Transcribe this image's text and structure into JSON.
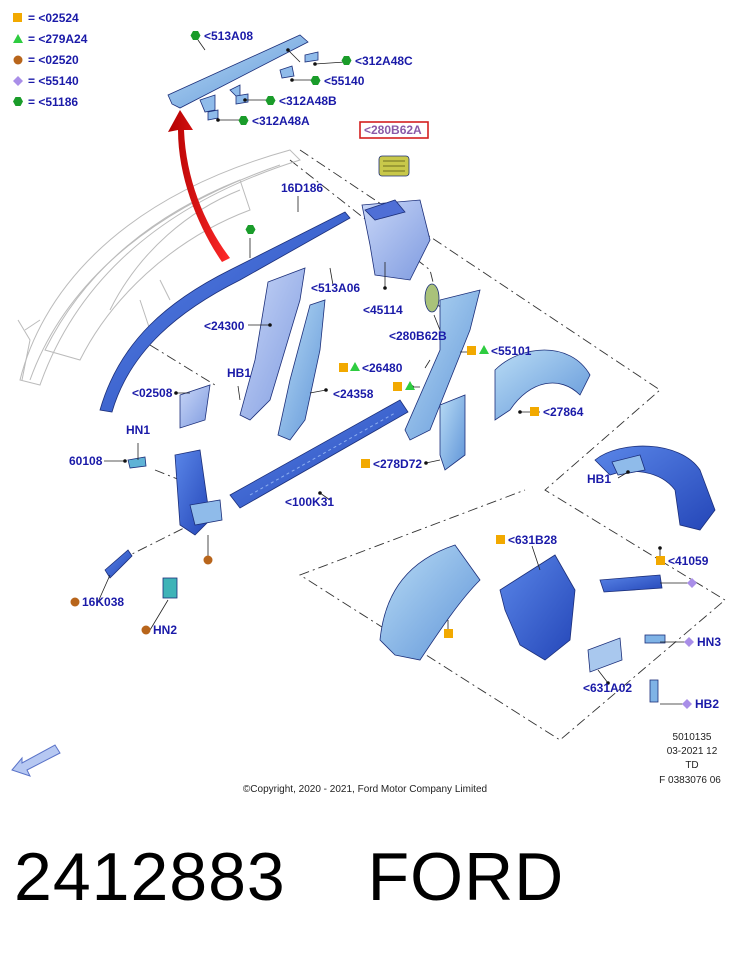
{
  "legend": [
    {
      "shape": "square",
      "color": "#f2a900",
      "text": "= <02524"
    },
    {
      "shape": "triangle",
      "color": "#2ecc40",
      "text": "= <279A24"
    },
    {
      "shape": "circle",
      "color": "#b8651b",
      "text": "= <02520"
    },
    {
      "shape": "diamond",
      "color": "#a98ee8",
      "text": "= <55140"
    },
    {
      "shape": "hexagon",
      "color": "#1a9c2a",
      "text": "= <51186"
    }
  ],
  "labels": {
    "p513A08": "<513A08",
    "p312A48C": "<312A48C",
    "p55140": "<55140",
    "p312A48B": "<312A48B",
    "p312A48A": "<312A48A",
    "p280B62A": "<280B62A",
    "p16D186": "16D186",
    "p513A06": "<513A06",
    "p45114": "<45114",
    "p24300": "<24300",
    "p280B62B": "<280B62B",
    "p26480": "<26480",
    "p55101": "<55101",
    "p02508": "<02508",
    "pHB1a": "HB1",
    "p24358": "<24358",
    "p27864": "<27864",
    "pHN1": "HN1",
    "p60108": "60108",
    "p278D72": "<278D72",
    "pHB1b": "HB1",
    "p100K31": "<100K31",
    "p631B28": "<631B28",
    "p41059": "<41059",
    "p16K038": "16K038",
    "pHN2": "HN2",
    "pHN3": "HN3",
    "p631A02": "<631A02",
    "pHB2": "HB2"
  },
  "doc_info": {
    "line1": "5010135",
    "line2": "03-2021 12",
    "line3": "TD",
    "line4": "F 0383076 06"
  },
  "copyright": "©Copyright, 2020 - 2021, Ford Motor Company Limited",
  "footer": {
    "part_number": "2412883",
    "brand": "FORD"
  },
  "colors": {
    "label_blue": "#1a1aa8",
    "part_blue": "#3a63d6",
    "part_light": "#7fb3e6",
    "highlight_red": "#d31f1f",
    "arrow_red": "#e01414"
  }
}
